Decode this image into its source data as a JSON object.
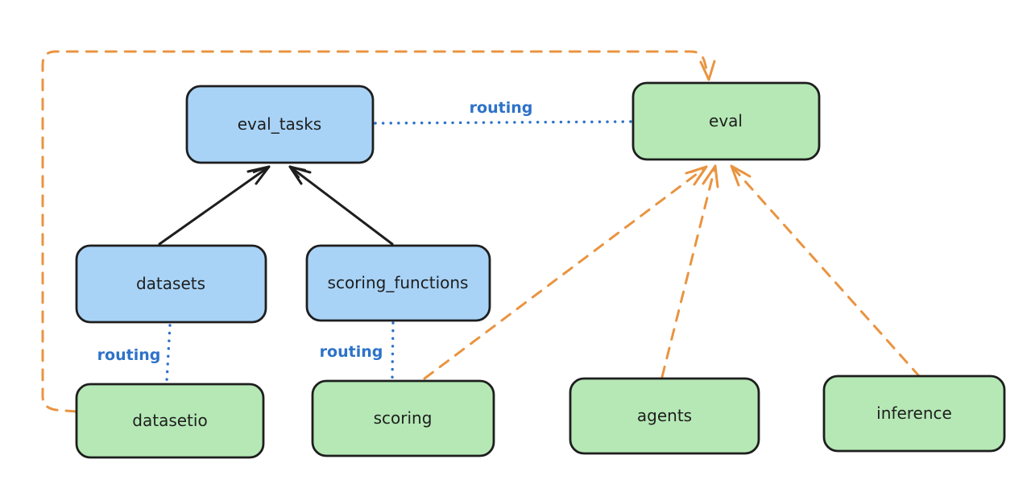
{
  "diagram": {
    "description": "Routing diagram connecting registry resources to provider APIs",
    "nodes": [
      {
        "id": "eval_tasks",
        "label": "eval_tasks",
        "kind": "resource",
        "fill": "blue"
      },
      {
        "id": "eval",
        "label": "eval",
        "kind": "api",
        "fill": "green"
      },
      {
        "id": "datasets",
        "label": "datasets",
        "kind": "resource",
        "fill": "blue"
      },
      {
        "id": "scoring_functions",
        "label": "scoring_functions",
        "kind": "resource",
        "fill": "blue"
      },
      {
        "id": "datasetio",
        "label": "datasetio",
        "kind": "api",
        "fill": "green"
      },
      {
        "id": "scoring",
        "label": "scoring",
        "kind": "api",
        "fill": "green"
      },
      {
        "id": "agents",
        "label": "agents",
        "kind": "api",
        "fill": "green"
      },
      {
        "id": "inference",
        "label": "inference",
        "kind": "api",
        "fill": "green"
      }
    ],
    "edges": [
      {
        "from": "datasets",
        "to": "eval_tasks",
        "style": "solid-black-arrow",
        "label": ""
      },
      {
        "from": "scoring_functions",
        "to": "eval_tasks",
        "style": "solid-black-arrow",
        "label": ""
      },
      {
        "from": "eval_tasks",
        "to": "eval",
        "style": "dotted-blue",
        "label": "routing"
      },
      {
        "from": "datasets",
        "to": "datasetio",
        "style": "dotted-blue",
        "label": "routing"
      },
      {
        "from": "scoring_functions",
        "to": "scoring",
        "style": "dotted-blue",
        "label": "routing"
      },
      {
        "from": "datasetio",
        "to": "eval",
        "style": "dashed-orange-arrow",
        "label": ""
      },
      {
        "from": "scoring",
        "to": "eval",
        "style": "dashed-orange-arrow",
        "label": ""
      },
      {
        "from": "agents",
        "to": "eval",
        "style": "dashed-orange-arrow",
        "label": ""
      },
      {
        "from": "inference",
        "to": "eval",
        "style": "dashed-orange-arrow",
        "label": ""
      }
    ]
  },
  "colors": {
    "canvas_bg": "#ffffff",
    "node_stroke": "#1e1e1e",
    "node_blue_fill": "#a8d3f7",
    "node_green_fill": "#b5e8b5",
    "text": "#1e1e1e",
    "edge_black": "#1e1e1e",
    "edge_blue": "#2d72c8",
    "edge_orange": "#e99441",
    "label_blue": "#2d72c8"
  }
}
